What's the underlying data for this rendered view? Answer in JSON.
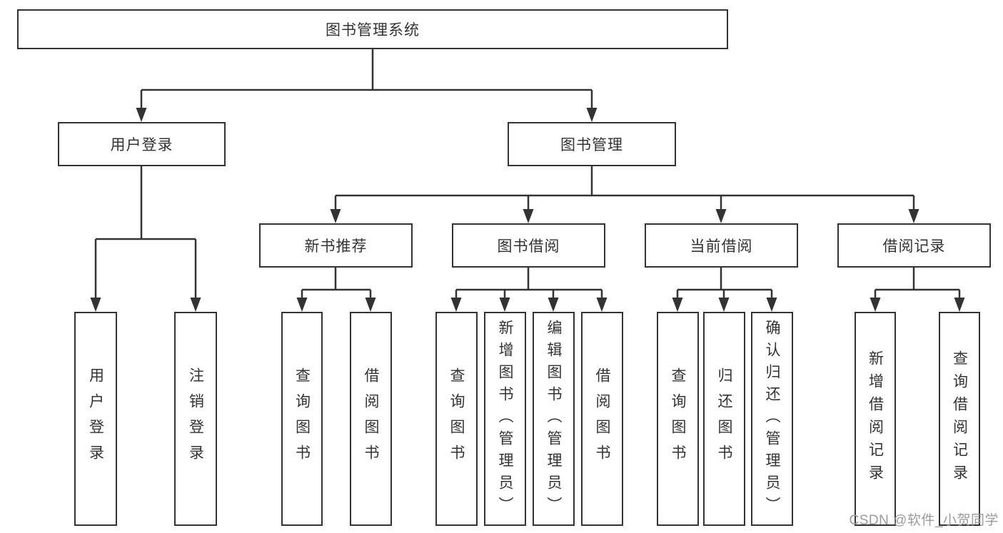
{
  "diagram": {
    "type": "hierarchy-diagram",
    "title": "图书管理系统",
    "watermark": "CSDN @软件_小贺同学",
    "colors": {
      "line": "#333333",
      "box_border": "#333333",
      "box_background": "#ffffff",
      "text": "#333333",
      "watermark": "#9b9b9b",
      "background": "#ffffff"
    },
    "nodes": {
      "root": {
        "label": "图书管理系统"
      },
      "level2": [
        {
          "id": "user-login-group",
          "label": "用户登录",
          "parent": "图书管理系统"
        },
        {
          "id": "book-management-group",
          "label": "图书管理",
          "parent": "图书管理系统"
        }
      ],
      "level3": [
        {
          "id": "new-book-recommend",
          "label": "新书推荐",
          "parent": "图书管理"
        },
        {
          "id": "book-borrow",
          "label": "图书借阅",
          "parent": "图书管理"
        },
        {
          "id": "current-borrow",
          "label": "当前借阅",
          "parent": "图书管理"
        },
        {
          "id": "borrow-records",
          "label": "借阅记录",
          "parent": "图书管理"
        }
      ],
      "leaves": [
        {
          "id": "user-login",
          "label": "用户登录",
          "parent": "用户登录"
        },
        {
          "id": "logout",
          "label": "注销登录",
          "parent": "用户登录"
        },
        {
          "id": "query-books-1",
          "label": "查询图书",
          "parent": "新书推荐"
        },
        {
          "id": "borrow-books-1",
          "label": "借阅图书",
          "parent": "新书推荐"
        },
        {
          "id": "query-books-2",
          "label": "查询图书",
          "parent": "图书借阅"
        },
        {
          "id": "add-books-admin",
          "label": "新增图书（管理员）",
          "parent": "图书借阅"
        },
        {
          "id": "edit-books-admin",
          "label": "编辑图书（管理员）",
          "parent": "图书借阅"
        },
        {
          "id": "borrow-books-2",
          "label": "借阅图书",
          "parent": "图书借阅"
        },
        {
          "id": "query-books-3",
          "label": "查询图书",
          "parent": "当前借阅"
        },
        {
          "id": "return-books",
          "label": "归还图书",
          "parent": "当前借阅"
        },
        {
          "id": "confirm-return-admin",
          "label": "确认归还（管理员）",
          "parent": "当前借阅"
        },
        {
          "id": "add-borrow-record",
          "label": "新增借阅记录",
          "parent": "借阅记录"
        },
        {
          "id": "query-borrow-record",
          "label": "查询借阅记录",
          "parent": "借阅记录"
        }
      ]
    }
  }
}
